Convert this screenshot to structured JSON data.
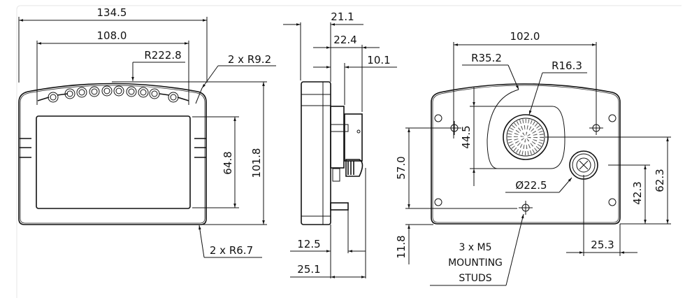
{
  "title": "Dashboard display dimensional drawing",
  "front_view": {
    "overall_width": "134.5",
    "screen_width": "108.0",
    "top_radius": "R222.8",
    "corner_radius_top": "2 x R9.2",
    "screen_height": "64.8",
    "overall_height": "101.8",
    "corner_radius_bottom": "2 x R6.7"
  },
  "side_view": {
    "body_depth": "21.1",
    "connector_depth": "22.4",
    "connector_offset": "10.1",
    "stud_length": "12.5",
    "total_depth": "25.1",
    "stud_spacing_vertical": "57.0",
    "stud_bottom_offset": "11.8"
  },
  "rear_view": {
    "stud_spacing_horizontal": "102.0",
    "pocket_radius": "R35.2",
    "connector_radius": "R16.3",
    "pocket_height": "44.5",
    "small_connector_diameter": "Ø22.5",
    "small_connector_height": "42.3",
    "main_connector_height": "62.3",
    "small_connector_offset": "25.3",
    "studs_note": [
      "3 x M5",
      "MOUNTING",
      "STUDS"
    ]
  }
}
